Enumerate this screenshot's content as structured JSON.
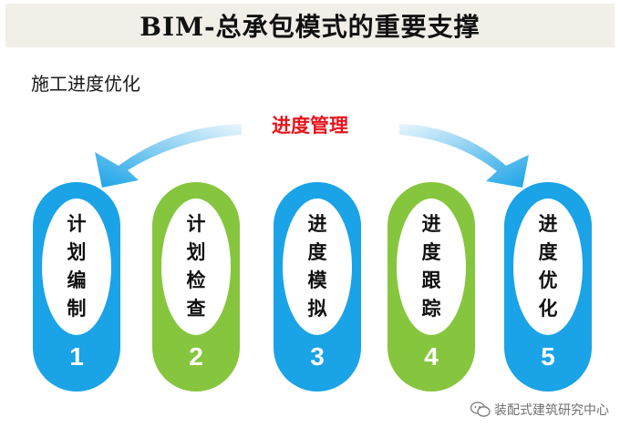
{
  "title": "BIM-总承包模式的重要支撑",
  "subtitle": "施工进度优化",
  "center_label": "进度管理",
  "steps": [
    {
      "label": "计划编制",
      "number": "1",
      "color": "blue"
    },
    {
      "label": "计划检查",
      "number": "2",
      "color": "green"
    },
    {
      "label": "进度模拟",
      "number": "3",
      "color": "blue"
    },
    {
      "label": "进度跟踪",
      "number": "4",
      "color": "green"
    },
    {
      "label": "进度优化",
      "number": "5",
      "color": "blue"
    }
  ],
  "watermark": "装配式建筑研究中心",
  "colors": {
    "blue": "#1aa3e6",
    "green": "#86c63e",
    "red": "#e8141c"
  }
}
